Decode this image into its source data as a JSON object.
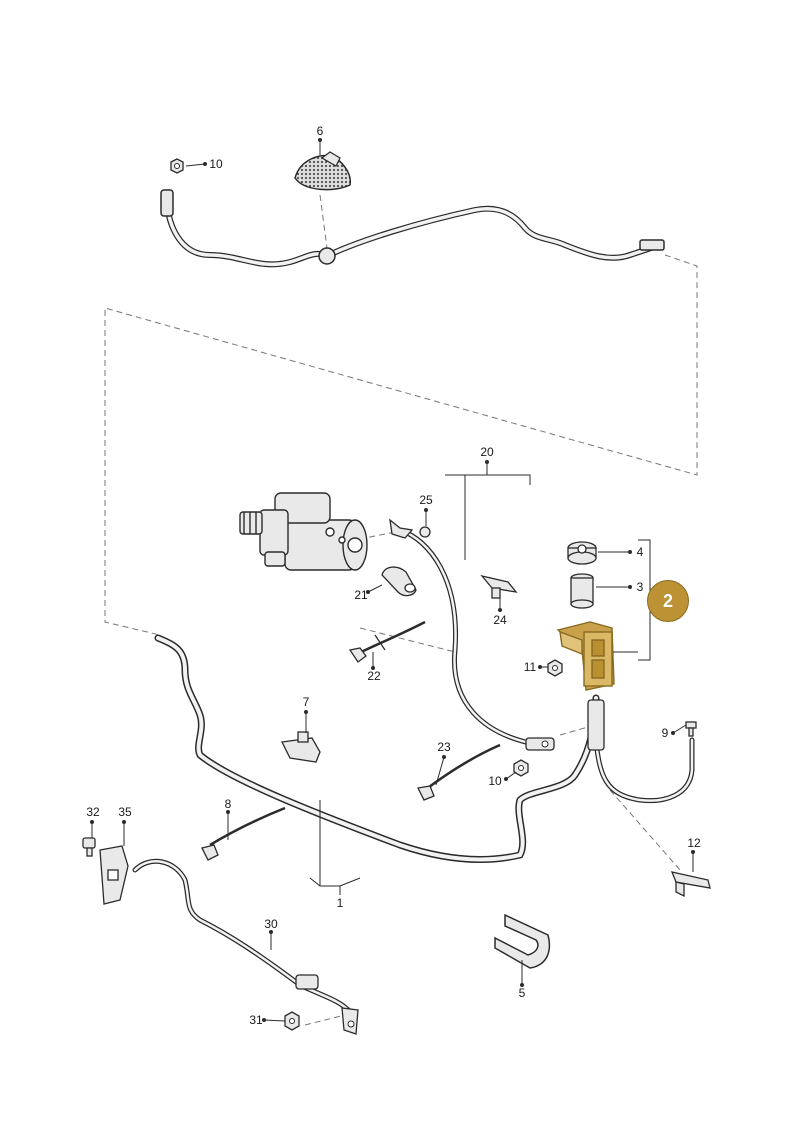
{
  "colors": {
    "line": "#2b2b2b",
    "cable_fill": "#f2f2f2",
    "part_fill": "#e9e9e9",
    "dash": "#777777",
    "highlight": "#c9a14a",
    "highlight_dark": "#8a6a22",
    "badge_fill": "#bd9234"
  },
  "highlight_badge": "2",
  "callouts": {
    "c1": "1",
    "c3": "3",
    "c4": "4",
    "c5": "5",
    "c6": "6",
    "c7": "7",
    "c8": "8",
    "c9": "9",
    "c10a": "10",
    "c10b": "10",
    "c11": "11",
    "c12": "12",
    "c20": "20",
    "c21": "21",
    "c22": "22",
    "c23": "23",
    "c24": "24",
    "c25": "25",
    "c30": "30",
    "c31": "31",
    "c32": "32",
    "c35": "35"
  }
}
